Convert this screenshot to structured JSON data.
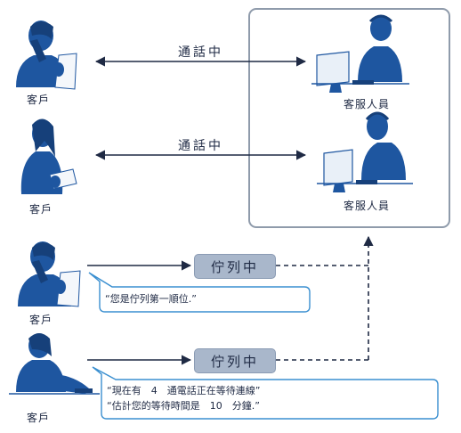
{
  "customers": [
    {
      "label": "客戶"
    },
    {
      "label": "客戶"
    },
    {
      "label": "客戶"
    },
    {
      "label": "客戶"
    }
  ],
  "agents": [
    {
      "label": "客服人員"
    },
    {
      "label": "客服人員"
    }
  ],
  "calls": [
    {
      "status": "通話中"
    },
    {
      "status": "通話中"
    }
  ],
  "queue": [
    {
      "status": "佇列中",
      "message_lines": [
        "“您是佇列第一順位.”"
      ]
    },
    {
      "status": "佇列中",
      "message_lines": [
        "“現在有　4　通電話正在等待連線”",
        "“估計您的等待時間是　10　分鐘.”"
      ]
    }
  ],
  "colors": {
    "figure": "#1e56a0",
    "figure_dark": "#16407a",
    "line": "#1f2a44",
    "pill": "#a9b7cb",
    "box_border": "#8f9bab",
    "bubble_border": "#3a8fd0"
  }
}
